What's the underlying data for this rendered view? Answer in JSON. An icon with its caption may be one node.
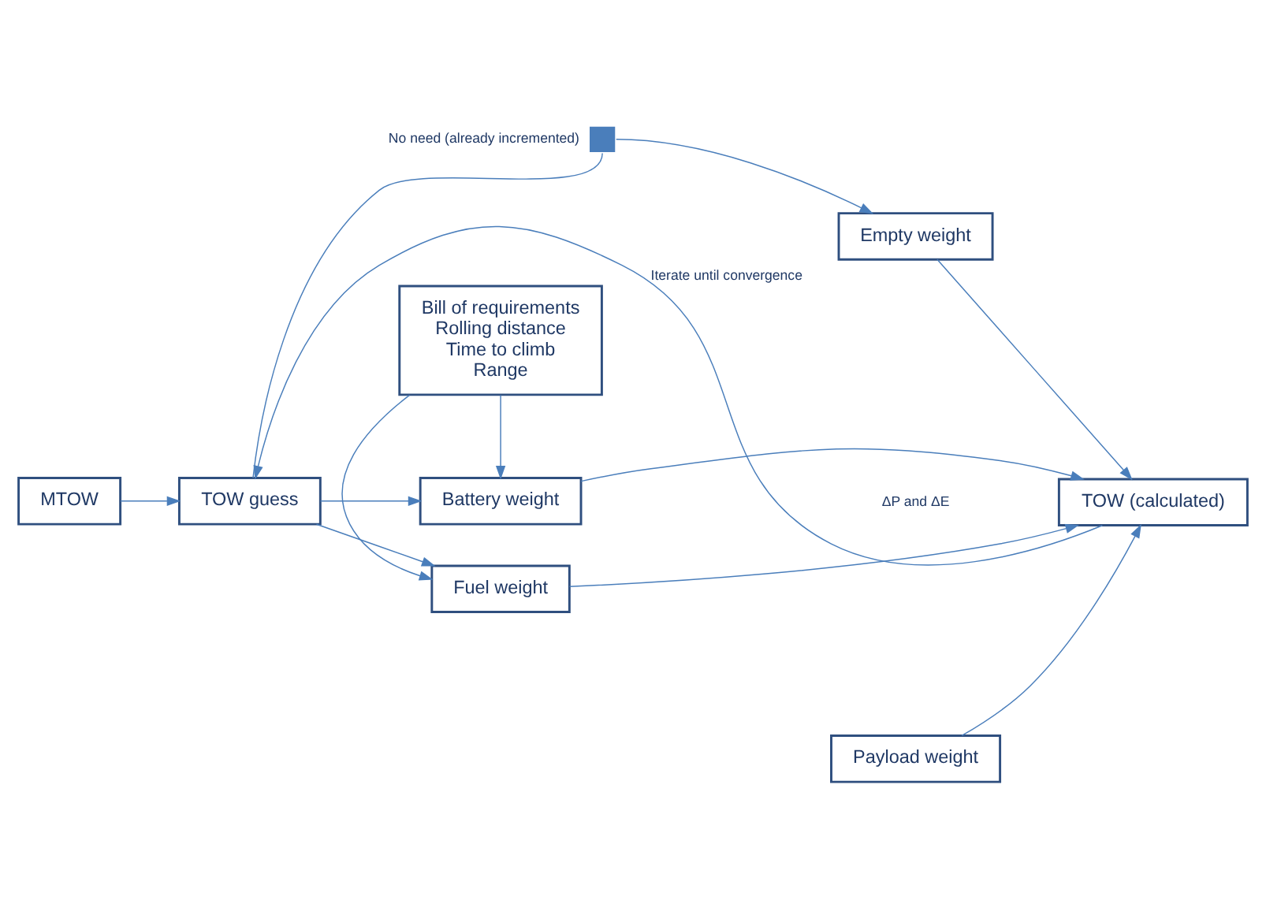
{
  "diagram": {
    "nodes": [
      {
        "text": [
          "MTOW"
        ]
      },
      {
        "text": [
          "TOW guess"
        ]
      },
      {
        "text": [
          "Battery weight"
        ]
      },
      {
        "text": [
          "Fuel weight"
        ]
      },
      {
        "text": [
          "TOW (calculated)"
        ]
      },
      {
        "text": [
          "Bill of requirements",
          "Rolling distance",
          "Time to climb",
          "Range"
        ]
      },
      {
        "text": [
          "Payload weight"
        ]
      },
      {
        "text": [
          "Empty weight"
        ]
      },
      {
        "text": [],
        "shape": "cross",
        "beside": [
          "No need (already incremented)"
        ]
      }
    ],
    "edges": [
      {
        "from": 0,
        "to": 1,
        "arrow": "to"
      },
      {
        "from": 1,
        "to": 2,
        "arrow": "to"
      },
      {
        "from": 1,
        "to": 3,
        "arrow": "to"
      },
      {
        "from": 5,
        "to": 2,
        "arrow": "to"
      },
      {
        "from": 5,
        "to": 3,
        "arrow": "to"
      },
      {
        "from": 2,
        "to": 4,
        "arrow": "to"
      },
      {
        "from": 3,
        "to": 4,
        "arrow": "to"
      },
      {
        "from": 6,
        "to": 4,
        "arrow": "to"
      },
      {
        "from": 7,
        "to": 4,
        "arrow": "to"
      },
      {
        "from": 4,
        "to": 1,
        "arrow": "to",
        "label": "Iterate until convergence"
      },
      {
        "from": 1,
        "to": 8,
        "arrow": "none"
      },
      {
        "from": 8,
        "to": 7,
        "arrow": "to"
      }
    ],
    "labels": [
      "ΔP and ΔE"
    ]
  }
}
